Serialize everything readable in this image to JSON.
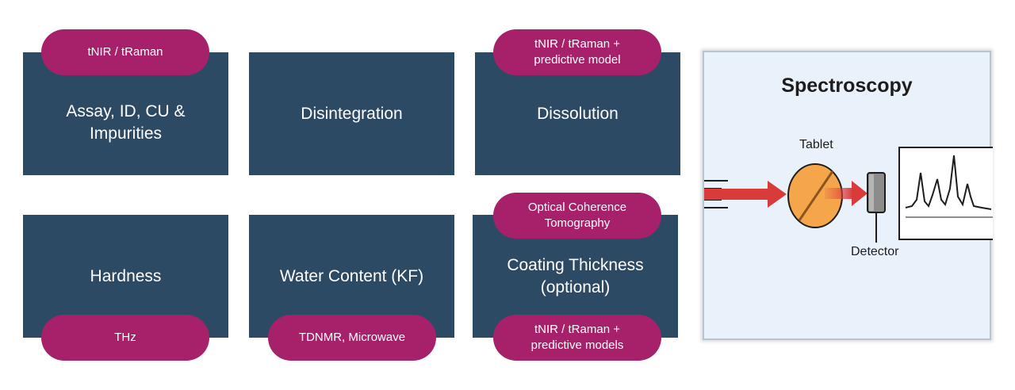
{
  "boxes": {
    "assay": "Assay, ID, CU &\nImpurities",
    "disintegration": "Disintegration",
    "dissolution": "Dissolution",
    "hardness": "Hardness",
    "water": "Water Content (KF)",
    "coating": "Coating Thickness\n(optional)"
  },
  "pills": {
    "assay": "tNIR / tRaman",
    "dissolution": "tNIR / tRaman +\npredictive model",
    "coating_top": "Optical Coherence\nTomography",
    "hardness": "THz",
    "water": "TDNMR, Microwave",
    "coating_bottom": "tNIR / tRaman +\npredictive models"
  },
  "spectroscopy": {
    "title": "Spectroscopy",
    "tablet_label": "Tablet",
    "detector_label": "Detector"
  },
  "colors": {
    "box": "#2d4a64",
    "pill": "#a6216a",
    "panel": "#e9f2fb",
    "arrow": "#d93a3a",
    "tablet": "#f5a54a"
  }
}
